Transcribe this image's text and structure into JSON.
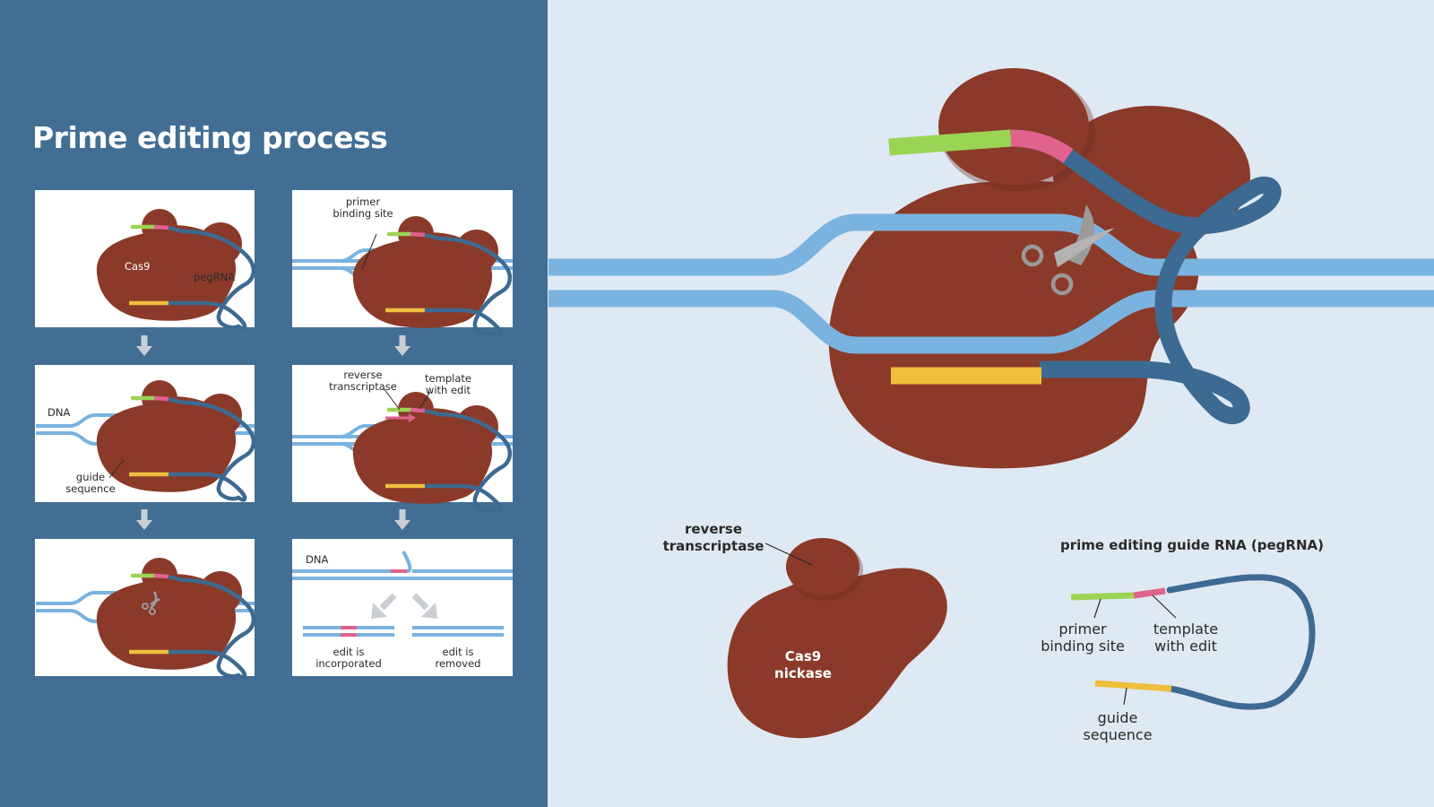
{
  "title": "Prime editing process",
  "colors": {
    "panel": "#426e94",
    "background": "#dfe9f3",
    "protein": "#8b3a29",
    "dna": "#7ab3e0",
    "rna": "#3d6a92",
    "primer": "#9bd455",
    "template": "#e0628d",
    "guide": "#efbe3c",
    "arrow": "#c9ced3"
  },
  "steps": {
    "s1": {
      "cas9": "Cas9",
      "pegrna": "pegRNA"
    },
    "s2": {
      "dna": "DNA",
      "guide_line1": "guide",
      "guide_line2": "sequence"
    },
    "s4": {
      "pbs_line1": "primer",
      "pbs_line2": "binding site"
    },
    "s5": {
      "rt_line1": "reverse",
      "rt_line2": "transcriptase",
      "tpl_line1": "template",
      "tpl_line2": "with edit"
    },
    "s6": {
      "dna": "DNA",
      "inc_line1": "edit is",
      "inc_line2": "incorporated",
      "rem_line1": "edit is",
      "rem_line2": "removed"
    }
  },
  "legend": {
    "rt_line1": "reverse",
    "rt_line2": "transcriptase",
    "cas9_line1": "Cas9",
    "cas9_line2": "nickase",
    "pegrna_title": "prime editing guide RNA (pegRNA)",
    "pbs_line1": "primer",
    "pbs_line2": "binding site",
    "tpl_line1": "template",
    "tpl_line2": "with edit",
    "guide_line1": "guide",
    "guide_line2": "sequence"
  }
}
